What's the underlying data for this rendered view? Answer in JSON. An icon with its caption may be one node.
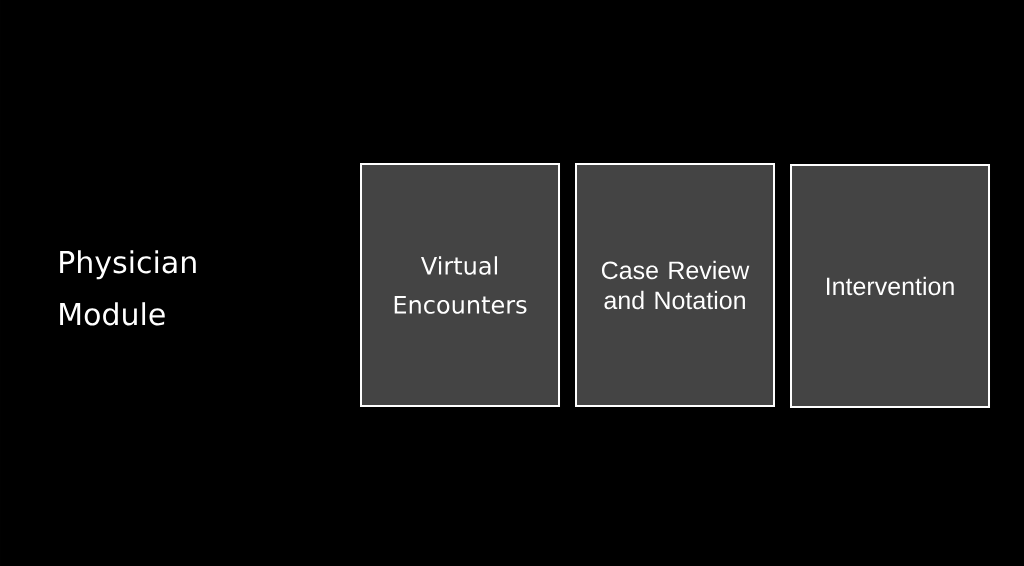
{
  "diagram": {
    "nodes": [
      {
        "text": [
          "Virtual Encounters"
        ]
      },
      {
        "text": [
          "Case Review and Notation"
        ]
      },
      {
        "text": [
          "Intervention"
        ]
      }
    ],
    "labels": [
      "Physician Module"
    ]
  }
}
